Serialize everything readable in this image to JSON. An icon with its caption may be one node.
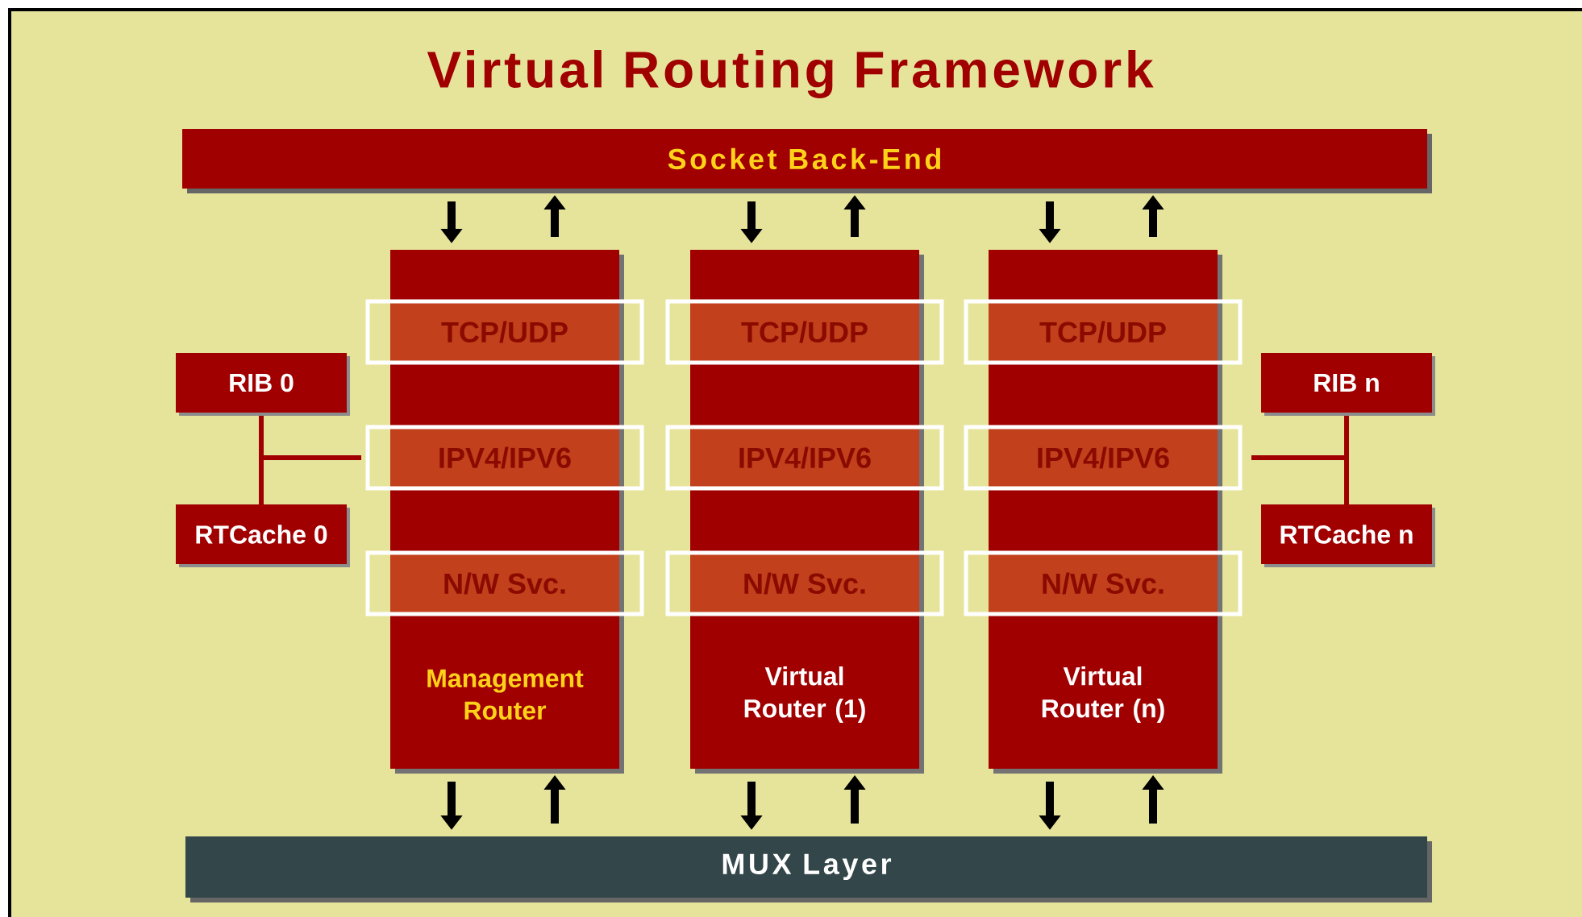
{
  "diagram": {
    "title": "Virtual Routing Framework",
    "nodes": [
      {
        "text": [
          "Socket Back-End"
        ]
      },
      {
        "text": [
          "Management Router"
        ]
      },
      {
        "text": [
          "Virtual Router (1)"
        ]
      },
      {
        "text": [
          "Virtual Router (n)"
        ]
      },
      {
        "text": [
          "TCP/UDP"
        ]
      },
      {
        "text": [
          "TCP/UDP"
        ]
      },
      {
        "text": [
          "TCP/UDP"
        ]
      },
      {
        "text": [
          "RIB 0"
        ]
      },
      {
        "text": [
          "RIB n"
        ]
      },
      {
        "text": [
          "IPV4/IPV6"
        ]
      },
      {
        "text": [
          "IPV4/IPV6"
        ]
      },
      {
        "text": [
          "IPV4/IPV6"
        ]
      },
      {
        "text": [
          "RTCache 0"
        ]
      },
      {
        "text": [
          "RTCache n"
        ]
      },
      {
        "text": [
          "N/W Svc."
        ]
      },
      {
        "text": [
          "N/W Svc."
        ]
      },
      {
        "text": [
          "N/W Svc."
        ]
      },
      {
        "text": [
          "MUX Layer"
        ]
      }
    ],
    "edges": [
      {
        "from": 0,
        "to": 1,
        "arrow": "to"
      },
      {
        "from": 1,
        "to": 0,
        "arrow": "to"
      },
      {
        "from": 0,
        "to": 2,
        "arrow": "to"
      },
      {
        "from": 2,
        "to": 0,
        "arrow": "to"
      },
      {
        "from": 0,
        "to": 3,
        "arrow": "to"
      },
      {
        "from": 3,
        "to": 0,
        "arrow": "to"
      },
      {
        "from": 1,
        "to": 17,
        "arrow": "to"
      },
      {
        "from": 17,
        "to": 1,
        "arrow": "to"
      },
      {
        "from": 2,
        "to": 17,
        "arrow": "to"
      },
      {
        "from": 17,
        "to": 2,
        "arrow": "to"
      },
      {
        "from": 3,
        "to": 17,
        "arrow": "to"
      },
      {
        "from": 17,
        "to": 3,
        "arrow": "to"
      },
      {
        "from": 9,
        "to": 7,
        "arrow": "none",
        "color": "#a00000"
      },
      {
        "from": 9,
        "to": 12,
        "arrow": "none",
        "color": "#a00000"
      },
      {
        "from": 11,
        "to": 8,
        "arrow": "none",
        "color": "#a00000"
      },
      {
        "from": 11,
        "to": 13,
        "arrow": "none",
        "color": "#a00000"
      }
    ]
  }
}
